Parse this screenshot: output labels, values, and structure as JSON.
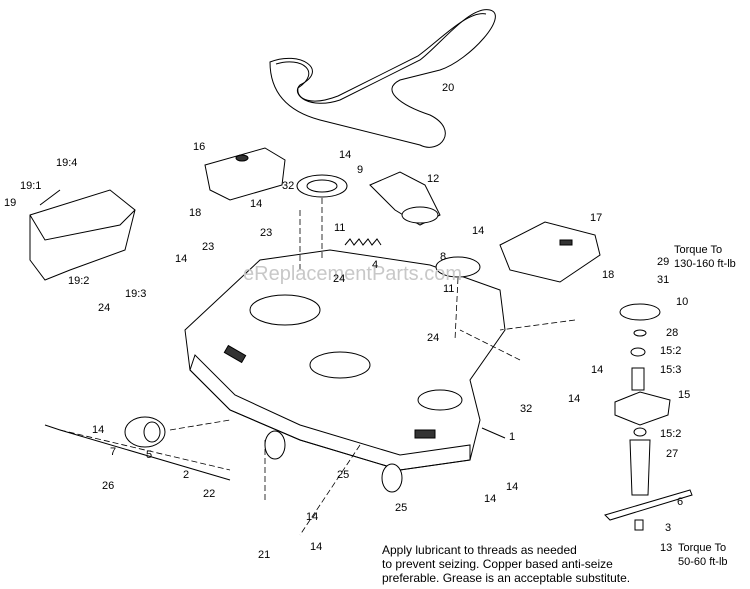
{
  "watermark": "eReplacementParts.com",
  "callouts": {
    "c1": "1",
    "c2": "2",
    "c3": "3",
    "c4": "4",
    "c5": "5",
    "c6": "6",
    "c7": "7",
    "c8": "8",
    "c9": "9",
    "c10": "10",
    "c11a": "11",
    "c11b": "11",
    "c12": "12",
    "c13": "13",
    "c14a": "14",
    "c14b": "14",
    "c14c": "14",
    "c14d": "14",
    "c14e": "14",
    "c14f": "14",
    "c14g": "14",
    "c14h": "14",
    "c14i": "14",
    "c14j": "14",
    "c14k": "14",
    "c15": "15",
    "c15_2a": "15:2",
    "c15_2b": "15:2",
    "c15_3": "15:3",
    "c16": "16",
    "c17": "17",
    "c18a": "18",
    "c18b": "18",
    "c19": "19",
    "c19_1": "19:1",
    "c19_2": "19:2",
    "c19_3": "19:3",
    "c19_4": "19:4",
    "c20": "20",
    "c21": "21",
    "c22": "22",
    "c23a": "23",
    "c23b": "23",
    "c24a": "24",
    "c24b": "24",
    "c24c": "24",
    "c25a": "25",
    "c25b": "25",
    "c26": "26",
    "c27": "27",
    "c28": "28",
    "c29": "29",
    "c31": "31",
    "c32a": "32",
    "c32b": "32"
  },
  "torque_top": [
    "Torque To",
    "130-160 ft-lb"
  ],
  "torque_bottom": [
    "Torque To",
    "50-60 ft-lb"
  ],
  "note": [
    "Apply lubricant to threads as needed",
    "to prevent seizing. Copper based anti-seize",
    "preferable. Grease is an acceptable substitute."
  ]
}
